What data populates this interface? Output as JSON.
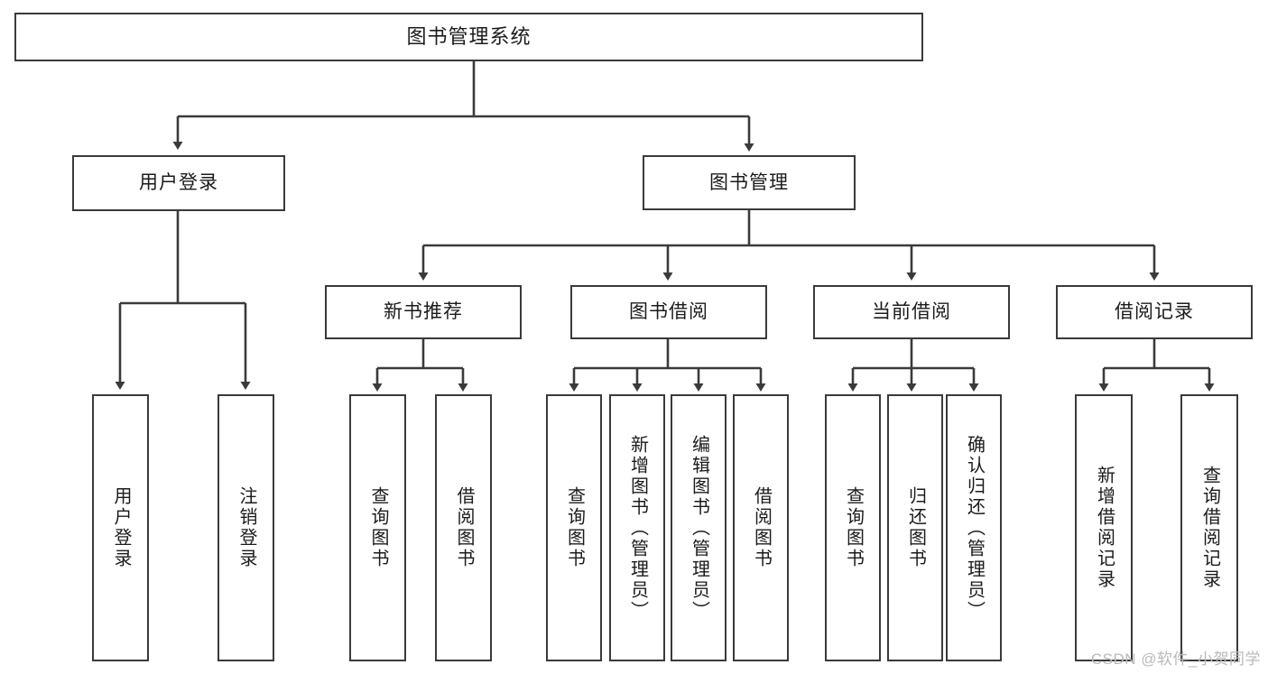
{
  "diagram": {
    "title": "图书管理系统",
    "type": "hierarchy-tree",
    "colors": {
      "background": "#ffffff",
      "box_border": "#3a3a3a",
      "box_fill": "#ffffff",
      "connector": "#3a3a3a",
      "text": "#1b1b1b",
      "watermark": "#b9b9b9"
    },
    "root": {
      "label": "图书管理系统"
    },
    "level1": [
      {
        "label": "用户登录"
      },
      {
        "label": "图书管理"
      }
    ],
    "level2": [
      {
        "label": "新书推荐"
      },
      {
        "label": "图书借阅"
      },
      {
        "label": "当前借阅"
      },
      {
        "label": "借阅记录"
      }
    ],
    "leaves": {
      "user_login": [
        {
          "label": "用户登录"
        },
        {
          "label": "注销登录"
        }
      ],
      "new_book_recommend": [
        {
          "label": "查询图书"
        },
        {
          "label": "借阅图书"
        }
      ],
      "book_borrow": [
        {
          "label": "查询图书"
        },
        {
          "label": "新增图书（管理员）"
        },
        {
          "label": "编辑图书（管理员）"
        },
        {
          "label": "借阅图书"
        }
      ],
      "current_borrow": [
        {
          "label": "查询图书"
        },
        {
          "label": "归还图书"
        },
        {
          "label": "确认归还（管理员）"
        }
      ],
      "borrow_record": [
        {
          "label": "新增借阅记录"
        },
        {
          "label": "查询借阅记录"
        }
      ]
    }
  },
  "watermark": {
    "text": "CSDN @软件_小贺同学"
  }
}
